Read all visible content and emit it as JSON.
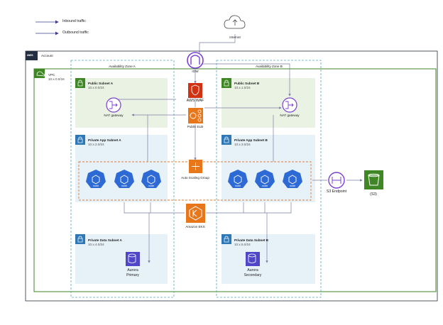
{
  "legend": {
    "inbound_label": "Inbound traffic",
    "outbound_label": "Outbound traffic"
  },
  "internet": {
    "label": "Internet"
  },
  "account": {
    "logo_text": "aws",
    "label": "Account"
  },
  "vpc": {
    "label": "VPC",
    "cidr": "10.x.0.0/16"
  },
  "az_a": {
    "label": "Availability Zone A"
  },
  "az_b": {
    "label": "Availability Zone B"
  },
  "igw": {
    "label": "IGW"
  },
  "waf": {
    "label": "AWS WAF"
  },
  "elb": {
    "label": "Public ELB"
  },
  "asg": {
    "label": "Auto Scaling Group"
  },
  "eks": {
    "label": "Amazon EKS"
  },
  "subnets": {
    "public_a": {
      "title": "Public Subnet A",
      "cidr": "10.x.0.0/24",
      "nat_label": "NAT gateway"
    },
    "public_b": {
      "title": "Public Subnet B",
      "cidr": "10.x.1.0/24",
      "nat_label": "NAT gateway"
    },
    "private_app_a": {
      "title": "Private App Subnet A",
      "cidr": "10.x.2.0/24"
    },
    "private_app_b": {
      "title": "Private App Subnet B",
      "cidr": "10.x.3.0/24"
    },
    "private_data_a": {
      "title": "Private Data Subnet A",
      "cidr": "10.x.4.0/24",
      "db_line1": "Aurora",
      "db_line2": "Primary"
    },
    "private_data_b": {
      "title": "Private Data Subnet B",
      "cidr": "10.x.5.0/24",
      "db_line1": "Aurora",
      "db_line2": "Secondary"
    }
  },
  "node_label": "node",
  "s3_endpoint": {
    "label": "S3 Endpoint"
  },
  "s3": {
    "label": "(S3)"
  },
  "colors": {
    "account_border": "#232f3e",
    "vpc_green": "#3f8624",
    "az_dashed": "#5aa9bd",
    "public_fill": "#eaf3e3",
    "private_fill": "#e6f1f8",
    "asg_border": "#e07b39",
    "compute_orange": "#e8761b",
    "waf_red": "#d13212",
    "eks_blue": "#2d6ad6",
    "db_purple": "#4f46c8",
    "s3_green": "#3f8624",
    "arrow_gray": "#8a8fb3"
  }
}
